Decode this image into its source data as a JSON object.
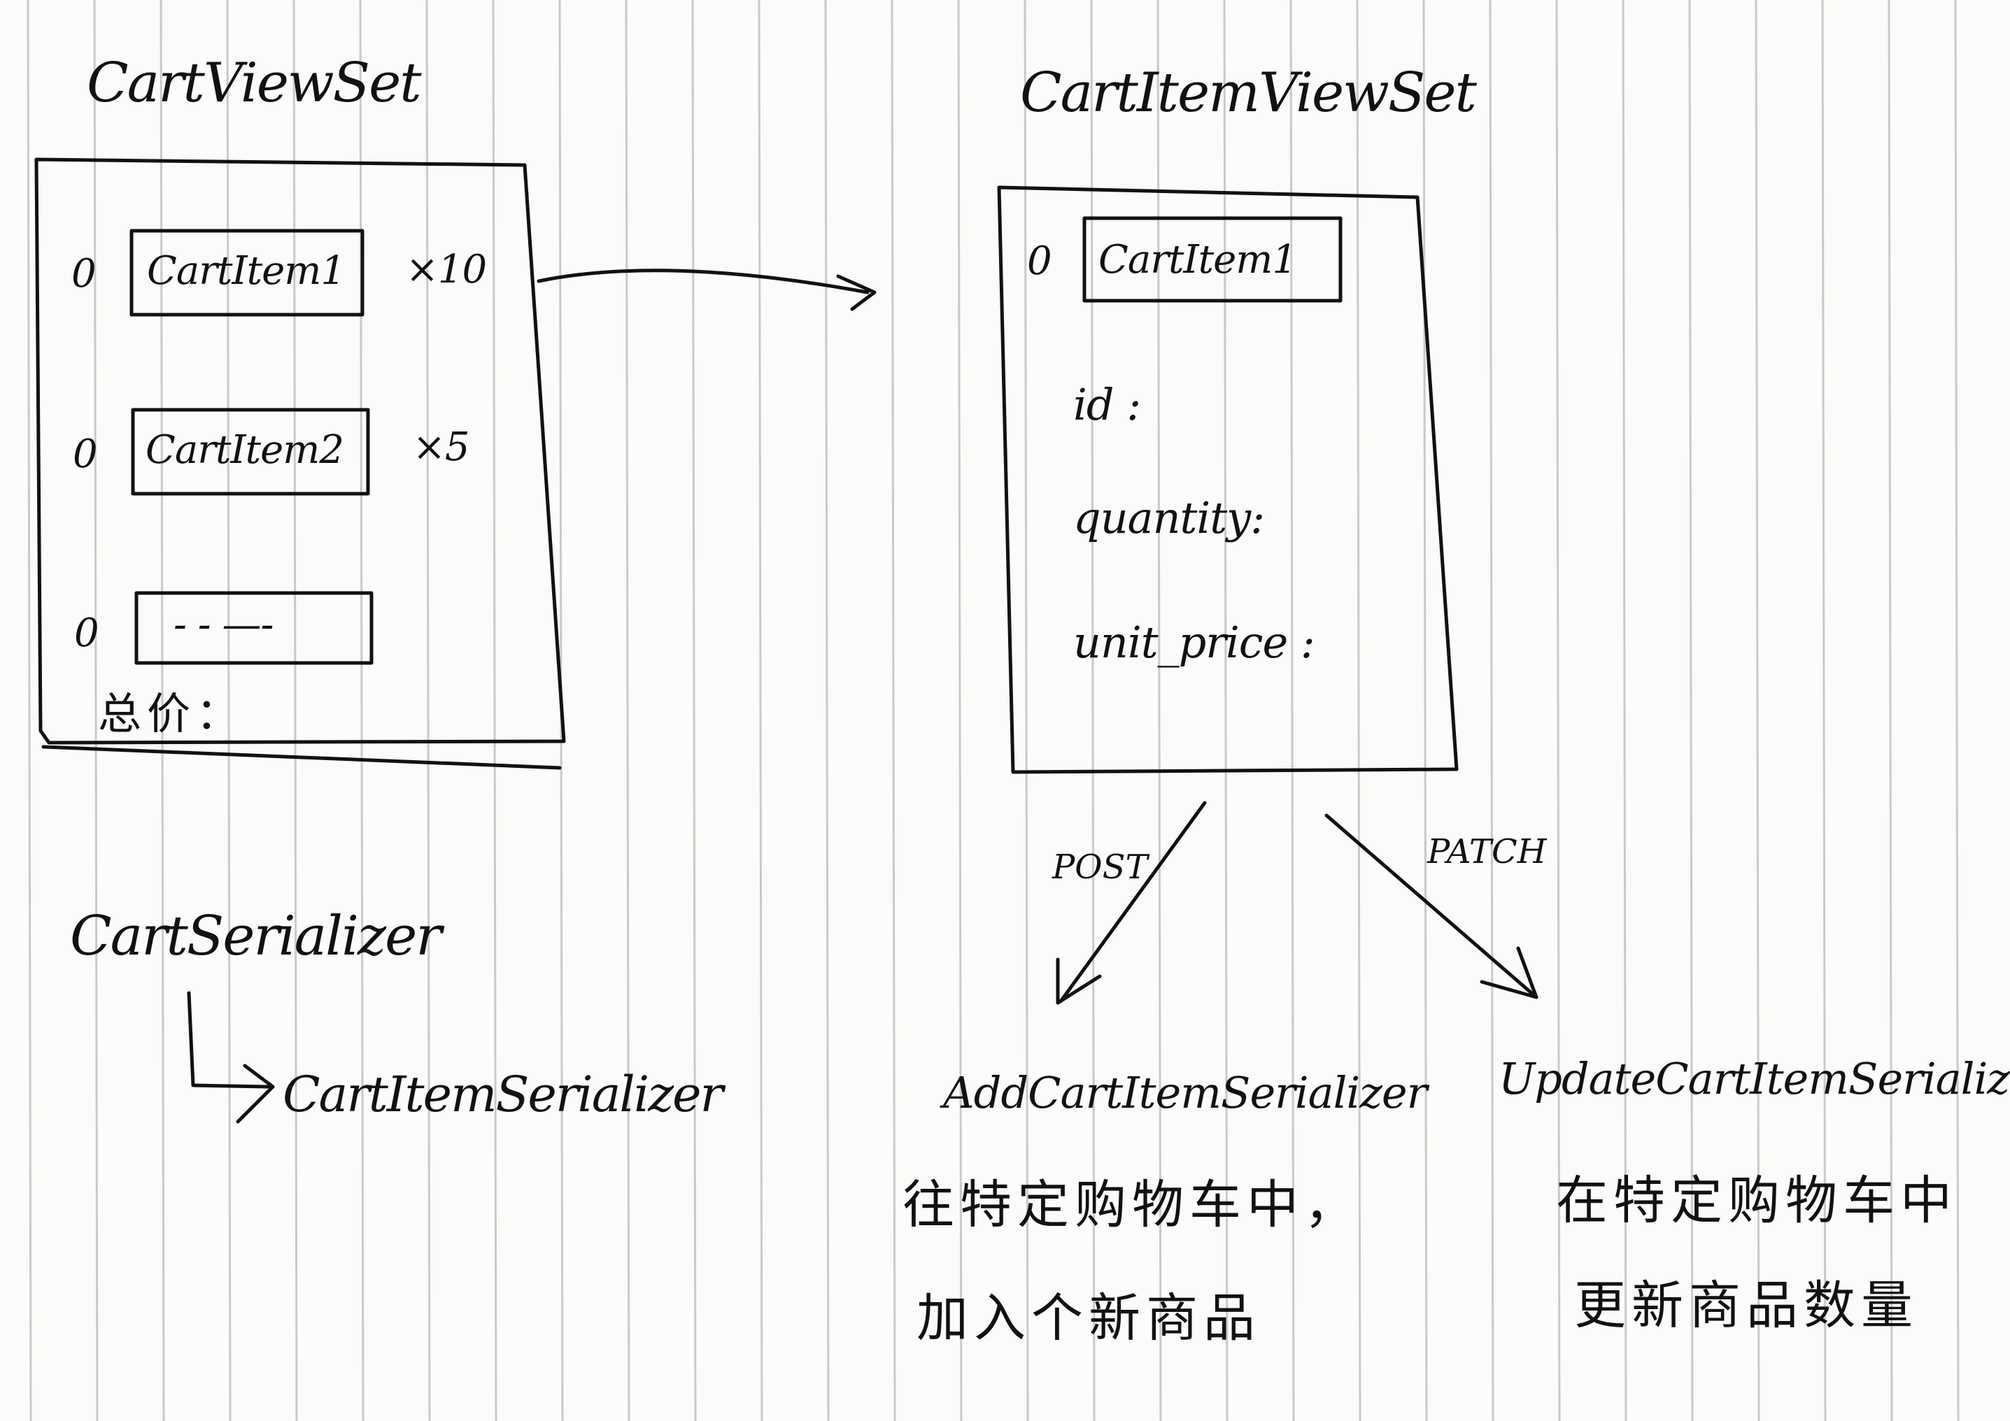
{
  "left_panel": {
    "title": "CartViewSet",
    "items": [
      {
        "bullet": "0",
        "label": "CartItem1",
        "qty": "×10"
      },
      {
        "bullet": "0",
        "label": "CartItem2",
        "qty": "×5"
      },
      {
        "bullet": "0",
        "label": "- - —-",
        "qty": ""
      }
    ],
    "total_label": "总价："
  },
  "right_panel": {
    "title": "CartItemViewSet",
    "item": {
      "bullet": "0",
      "label": "CartItem1"
    },
    "fields": [
      "id :",
      "quantity:",
      "unit_price :"
    ]
  },
  "serializers": {
    "cart": "CartSerializer",
    "cart_item": "CartItemSerializer"
  },
  "branches": {
    "post": {
      "method": "POST",
      "serializer": "AddCartItemSerializer",
      "desc_line1": "往特定购物车中，",
      "desc_line2": "加入个新商品"
    },
    "patch": {
      "method": "PATCH",
      "serializer": "UpdateCartItemSerializer",
      "desc_line1": "在特定购物车中",
      "desc_line2": "更新商品数量"
    }
  }
}
